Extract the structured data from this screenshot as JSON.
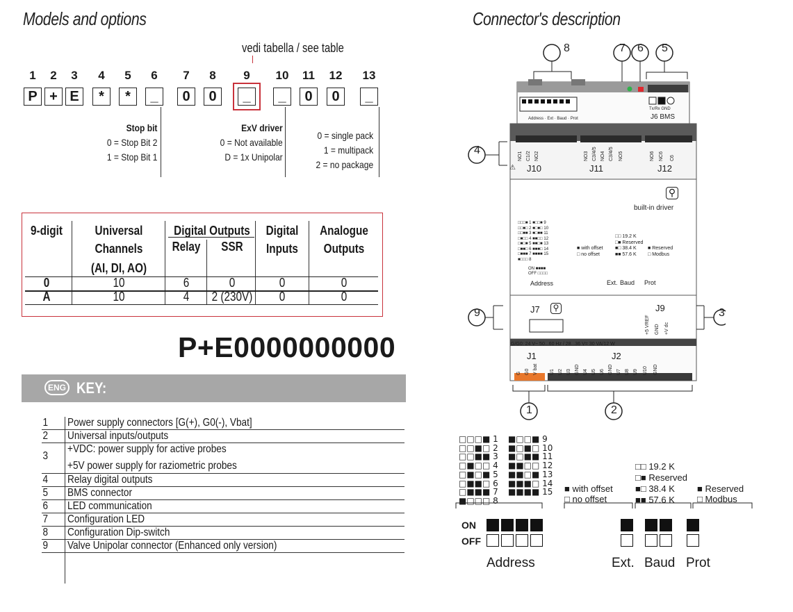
{
  "left_title": "Models and options",
  "right_title": "Connector's description",
  "see_table": "vedi tabella / see table",
  "positions": [
    "1",
    "2",
    "3",
    "4",
    "5",
    "6",
    "7",
    "8",
    "9",
    "10",
    "11",
    "12",
    "13"
  ],
  "code_chars": [
    "P",
    "+",
    "E",
    "*",
    "*",
    "_",
    "0",
    "0",
    "_",
    "_",
    "0",
    "0",
    "_"
  ],
  "options": {
    "stop_bit": {
      "title": "Stop bit",
      "lines": [
        "0 = Stop Bit 2",
        "1 = Stop Bit 1"
      ]
    },
    "exv_driver": {
      "title": "ExV driver",
      "lines": [
        "0 = Not available",
        "D = 1x Unipolar"
      ]
    },
    "pack": {
      "lines": [
        "0 = single pack",
        "1 = multipack",
        "2 = no package"
      ]
    }
  },
  "table": {
    "headers": {
      "digit": "9-digit",
      "universal": "Universal Channels (AI, DI, AO)",
      "universal_l1": "Universal",
      "universal_l2": "Channels",
      "universal_l3": "(AI, DI, AO)",
      "digital_outputs": "Digital Outputs",
      "relay": "Relay",
      "ssr": "SSR",
      "digital_inputs_l1": "Digital",
      "digital_inputs_l2": "Inputs",
      "analogue_l1": "Analogue",
      "analogue_l2": "Outputs"
    },
    "rows": [
      {
        "digit": "0",
        "universal": "10",
        "relay": "6",
        "ssr": "0",
        "din": "0",
        "aout": "0"
      },
      {
        "digit": "A",
        "universal": "10",
        "relay": "4",
        "ssr": "2 (230V)",
        "din": "0",
        "aout": "0"
      }
    ]
  },
  "model_code": "P+E0000000000",
  "key": {
    "badge": "ENG",
    "title": "KEY:",
    "items": [
      {
        "num": "1",
        "text": "Power supply connectors [G(+), G0(-), Vbat]"
      },
      {
        "num": "2",
        "text": "Universal inputs/outputs"
      },
      {
        "num": "3",
        "text": "+VDC: power supply for active probes",
        "text2": "+5V power supply for raziometric probes"
      },
      {
        "num": "4",
        "text": "Relay digital outputs"
      },
      {
        "num": "5",
        "text": "BMS connector"
      },
      {
        "num": "6",
        "text": "LED communication"
      },
      {
        "num": "7",
        "text": "Configuration LED"
      },
      {
        "num": "8",
        "text": "Configuration Dip-switch"
      },
      {
        "num": "9",
        "text": "Valve Unipolar connector (Enhanced only version)"
      }
    ]
  },
  "device": {
    "callouts": [
      "8",
      "7",
      "6",
      "5",
      "4",
      "9",
      "3",
      "1",
      "2"
    ],
    "dip_labels": [
      "Address",
      "Ext",
      "Baud",
      "Prot"
    ],
    "j6": "J6 BMS",
    "j6_pins": "Tx/Rx   GND",
    "j10": "J10",
    "j11": "J11",
    "j12": "J12",
    "j10_pins": [
      "NO1",
      "C1/2",
      "NO2"
    ],
    "j11_pins": [
      "NO3",
      "C3/4/5",
      "NO4",
      "C3/4/5",
      "NO5"
    ],
    "j12_pins": [
      "NO6",
      "NC6",
      "C6"
    ],
    "builtin": "built-in driver",
    "j7": "J7",
    "j9": "J9",
    "j9_pins": [
      "+5 VREF",
      "GND",
      "+V dc"
    ],
    "supply_note": "G/G0: 24 V~ 50...60 Hz / 28...36 V= 30 VA/12 W",
    "j1": "J1",
    "j2": "J2",
    "j1_pins": [
      "G",
      "G0",
      "V bat"
    ],
    "j2_pins": [
      "U1",
      "U2",
      "U3",
      "GND",
      "U4",
      "U5",
      "U6",
      "GND",
      "U7",
      "U8",
      "U9",
      "U10",
      "GND"
    ]
  },
  "legend": {
    "addresses_left": [
      "1",
      "2",
      "3",
      "4",
      "5",
      "6",
      "7",
      "8"
    ],
    "addresses_right": [
      "9",
      "10",
      "11",
      "12",
      "13",
      "14",
      "15"
    ],
    "offset": [
      "with offset",
      "no offset"
    ],
    "baud": [
      "19.2 K",
      "Reserved",
      "38.4 K",
      "57.6 K"
    ],
    "prot": [
      "Reserved",
      "Modbus"
    ],
    "on": "ON",
    "off": "OFF",
    "address": "Address",
    "ext": "Ext.",
    "baud_label": "Baud",
    "prot_label": "Prot"
  },
  "colors": {
    "highlight": "#c8323b",
    "key_bar": "#a7a7a7",
    "connector_orange": "#e8772b",
    "led_green": "#2fb24a",
    "led_red": "#e0282e"
  }
}
